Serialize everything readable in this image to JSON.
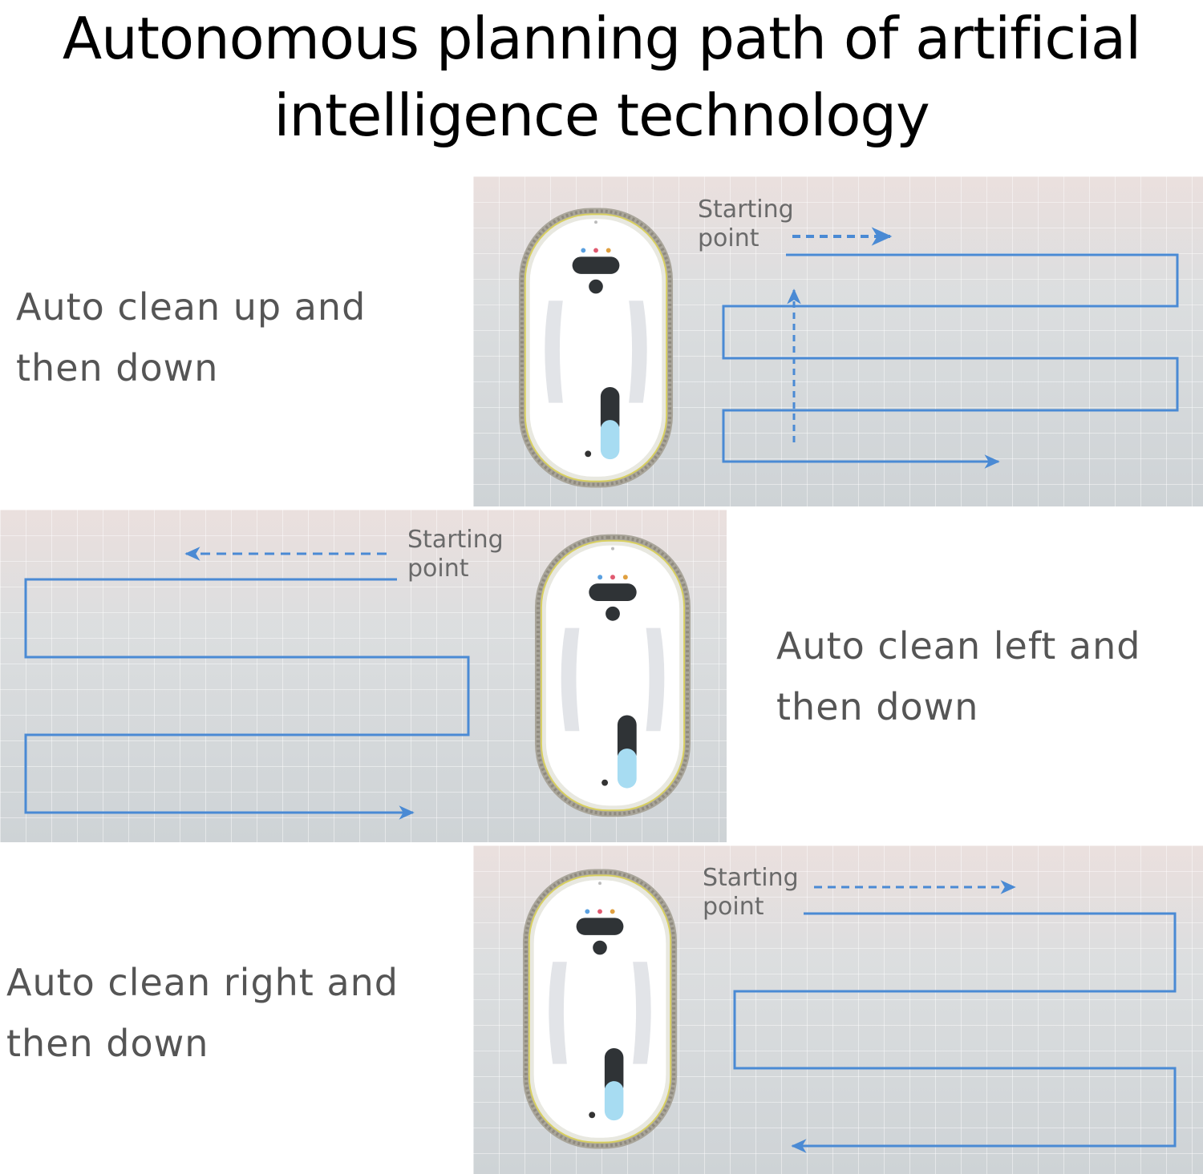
{
  "title": {
    "line1": "Autonomous planning path of artificial",
    "line2": "intelligence technology"
  },
  "panels": [
    {
      "caption_line1": "Auto clean up and",
      "caption_line2": "then down",
      "start_line1": "Starting",
      "start_line2": "point"
    },
    {
      "caption_line1": "Auto clean left and",
      "caption_line2": "then down",
      "start_line1": "Starting",
      "start_line2": "point"
    },
    {
      "caption_line1": "Auto clean right and",
      "caption_line2": "then down",
      "start_line1": "Starting",
      "start_line2": "point"
    }
  ],
  "colors": {
    "path": "#4a8ad4",
    "robot_body": "#ffffff",
    "robot_pad": "#a9a59a",
    "water_tank": "#a7dcf2"
  }
}
